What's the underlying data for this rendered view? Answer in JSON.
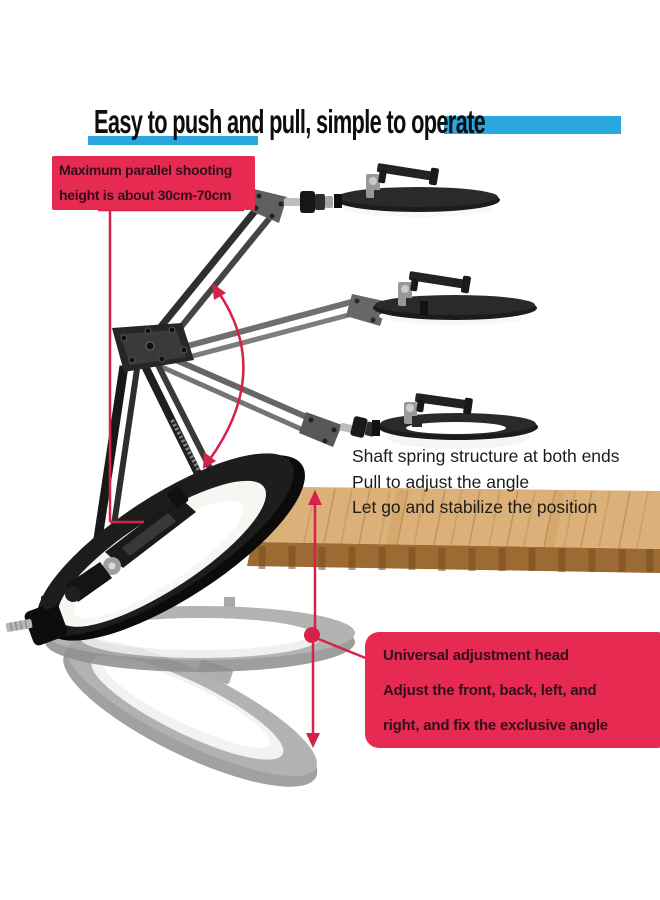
{
  "title": {
    "text": "Easy to push and pull, simple to operate"
  },
  "callouts": {
    "max_height": {
      "lines": [
        "Maximum parallel shooting",
        "height is about 30cm-70cm"
      ]
    },
    "shaft_spring": {
      "lines": [
        "Shaft spring structure at both ends",
        "Pull to adjust the angle",
        "Let go and stabilize the position"
      ]
    },
    "universal_head": {
      "lines": [
        "Universal adjustment head",
        "Adjust the front, back, left, and",
        "right, and fix the exclusive angle"
      ]
    }
  },
  "colors": {
    "accent_blue": "#2aa7de",
    "callout_red": "#e62a52",
    "annotation_red": "#d6224a",
    "title_text": "#0e0e0e",
    "callout_text": "#331019",
    "wood_tan": "#dcb179"
  }
}
